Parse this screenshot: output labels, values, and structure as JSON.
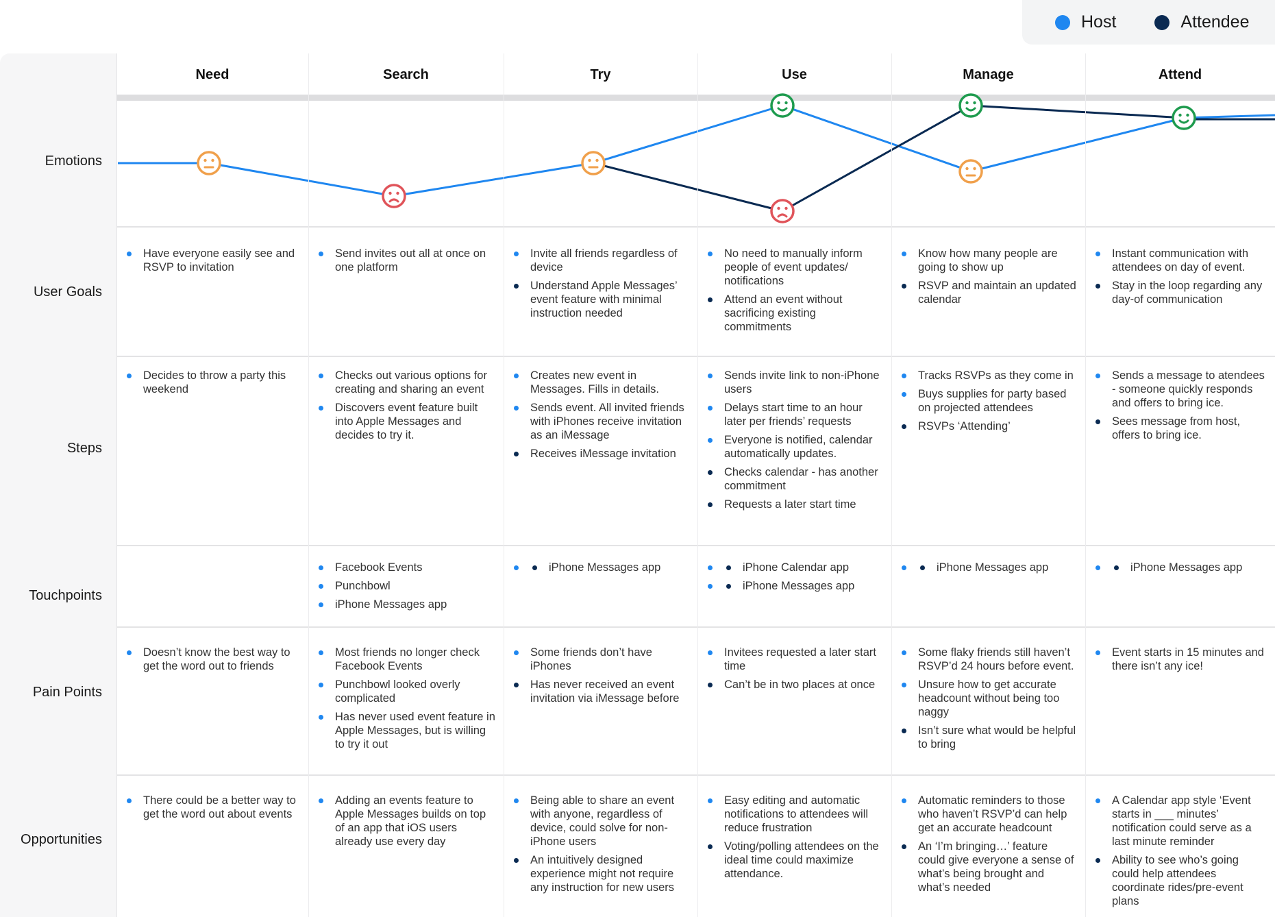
{
  "legend": {
    "host_label": "Host",
    "attendee_label": "Attendee",
    "host_color": "#1f87f0",
    "attendee_color": "#0a2a52"
  },
  "stages": [
    "Need",
    "Search",
    "Try",
    "Use",
    "Manage",
    "Attend"
  ],
  "row_labels": {
    "emotions": "Emotions",
    "user_goals": "User Goals",
    "steps": "Steps",
    "touchpoints": "Touchpoints",
    "pain_points": "Pain Points",
    "opportunities": "Opportunities"
  },
  "emotions": {
    "host": [
      "neutral",
      "sad",
      "neutral",
      "happy",
      "neutral",
      "happy"
    ],
    "attendee": [
      null,
      null,
      "neutral",
      "sad",
      "happy",
      "happy"
    ],
    "colors": {
      "happy": "#1e9b4e",
      "neutral": "#f0a04b",
      "sad": "#e0545a"
    }
  },
  "user_goals": [
    [
      {
        "who": "host",
        "text": "Have everyone easily see and RSVP to invitation"
      }
    ],
    [
      {
        "who": "host",
        "text": "Send invites out all at once on one platform"
      }
    ],
    [
      {
        "who": "host",
        "text": "Invite all friends regardless of device"
      },
      {
        "who": "att",
        "text": "Understand Apple Messages’ event feature with minimal instruction needed"
      }
    ],
    [
      {
        "who": "host",
        "text": "No need to manually inform people of event updates/ notifications"
      },
      {
        "who": "att",
        "text": "Attend an event without sacrificing existing commitments"
      }
    ],
    [
      {
        "who": "host",
        "text": "Know how many people are going to show up"
      },
      {
        "who": "att",
        "text": "RSVP and maintain an updated calendar"
      }
    ],
    [
      {
        "who": "host",
        "text": "Instant communication with attendees on day of event."
      },
      {
        "who": "att",
        "text": "Stay in the loop regarding any day-of communication"
      }
    ]
  ],
  "steps": [
    [
      {
        "who": "host",
        "text": "Decides to throw a party this weekend"
      }
    ],
    [
      {
        "who": "host",
        "text": "Checks out various options for creating and sharing an event"
      },
      {
        "who": "host",
        "text": "Discovers event feature built into Apple Messages and decides to try it."
      }
    ],
    [
      {
        "who": "host",
        "text": "Creates new event in Messages. Fills in details."
      },
      {
        "who": "host",
        "text": "Sends event. All invited friends with iPhones receive invitation as an iMessage"
      },
      {
        "who": "att",
        "text": "Receives iMessage invitation"
      }
    ],
    [
      {
        "who": "host",
        "text": "Sends invite link to non-iPhone users"
      },
      {
        "who": "host",
        "text": "Delays start time to an hour later per friends’ requests"
      },
      {
        "who": "host",
        "text": "Everyone is notified, calendar automatically updates."
      },
      {
        "who": "att",
        "text": "Checks calendar - has another commitment"
      },
      {
        "who": "att",
        "text": "Requests a later start time"
      }
    ],
    [
      {
        "who": "host",
        "text": "Tracks RSVPs as they come in"
      },
      {
        "who": "host",
        "text": "Buys supplies for party based on projected attendees"
      },
      {
        "who": "att",
        "text": "RSVPs ‘Attending’"
      }
    ],
    [
      {
        "who": "host",
        "text": "Sends a message to atendees - someone quickly responds and offers to bring ice."
      },
      {
        "who": "att",
        "text": "Sees message from host, offers to bring ice."
      }
    ]
  ],
  "touchpoints": [
    [],
    [
      {
        "who": "host",
        "text": "Facebook Events"
      },
      {
        "who": "host",
        "text": "Punchbowl"
      },
      {
        "who": "host",
        "text": "iPhone Messages app"
      }
    ],
    [
      {
        "who": "both",
        "text": "iPhone Messages app"
      }
    ],
    [
      {
        "who": "both",
        "text": "iPhone Calendar app"
      },
      {
        "who": "both",
        "text": "iPhone Messages app"
      }
    ],
    [
      {
        "who": "both",
        "text": "iPhone Messages app"
      }
    ],
    [
      {
        "who": "both",
        "text": "iPhone Messages app"
      }
    ]
  ],
  "pain_points": [
    [
      {
        "who": "host",
        "text": "Doesn’t know the best way to get the word out to friends"
      }
    ],
    [
      {
        "who": "host",
        "text": "Most friends no longer check Facebook Events"
      },
      {
        "who": "host",
        "text": "Punchbowl looked overly complicated"
      },
      {
        "who": "host",
        "text": "Has never used event feature in Apple Messages, but is willing to try it out"
      }
    ],
    [
      {
        "who": "host",
        "text": "Some friends don’t have iPhones"
      },
      {
        "who": "att",
        "text": "Has never received an event invitation via iMessage before"
      }
    ],
    [
      {
        "who": "host",
        "text": "Invitees requested a later start time"
      },
      {
        "who": "att",
        "text": "Can’t be in two places at once"
      }
    ],
    [
      {
        "who": "host",
        "text": "Some flaky friends still haven’t RSVP’d 24 hours before event."
      },
      {
        "who": "host",
        "text": "Unsure how to get accurate headcount without being too naggy"
      },
      {
        "who": "att",
        "text": "Isn’t sure what would be helpful to bring"
      }
    ],
    [
      {
        "who": "host",
        "text": "Event starts in 15 minutes and there isn’t any ice!"
      }
    ]
  ],
  "opportunities": [
    [
      {
        "who": "host",
        "text": "There could be a better way to get the word out about events"
      }
    ],
    [
      {
        "who": "host",
        "text": "Adding an events feature to Apple Messages builds on top of an app that iOS users already use every day"
      }
    ],
    [
      {
        "who": "host",
        "text": "Being able to share an event with anyone, regardless of device, could solve for non-iPhone users"
      },
      {
        "who": "att",
        "text": "An intuitively designed experience might not require any instruction for new users"
      }
    ],
    [
      {
        "who": "host",
        "text": "Easy editing and automatic notifications to attendees will reduce frustration"
      },
      {
        "who": "att",
        "text": "Voting/polling attendees on the ideal time could maximize attendance."
      }
    ],
    [
      {
        "who": "host",
        "text": "Automatic reminders to those who haven’t RSVP’d can help get an accurate headcount"
      },
      {
        "who": "att",
        "text": "An ‘I’m bringing…’ feature could give everyone a sense of what’s being brought and what’s needed"
      }
    ],
    [
      {
        "who": "host",
        "text": "A Calendar app style ‘Event starts in ___ minutes’ notification could serve as a last minute reminder"
      },
      {
        "who": "att",
        "text": "Ability to see who’s going could help attendees coordinate rides/pre-event plans"
      }
    ]
  ]
}
